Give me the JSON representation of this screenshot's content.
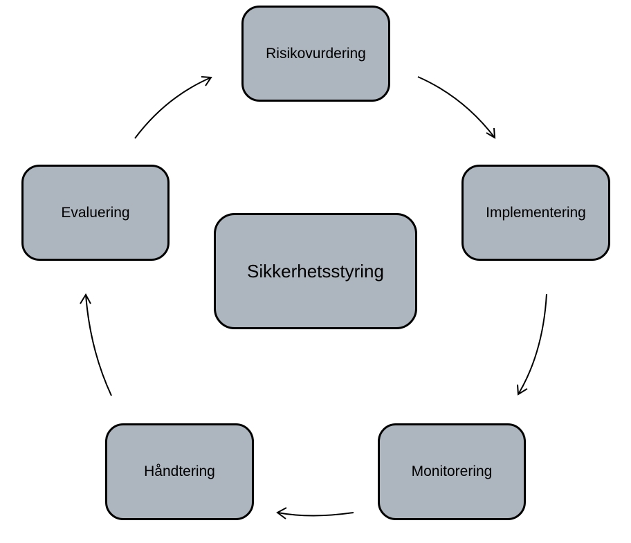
{
  "center": {
    "label": "Sikkerhetsstyring"
  },
  "steps": [
    {
      "id": "risikovurdering",
      "label": "Risikovurdering"
    },
    {
      "id": "implementering",
      "label": "Implementering"
    },
    {
      "id": "monitorering",
      "label": "Monitorering"
    },
    {
      "id": "handtering",
      "label": "Håndtering"
    },
    {
      "id": "evaluering",
      "label": "Evaluering"
    }
  ],
  "colors": {
    "box_fill": "#adb5be",
    "box_border": "#000000",
    "arrow": "#000000",
    "text": "#000000",
    "background": "#ffffff"
  }
}
